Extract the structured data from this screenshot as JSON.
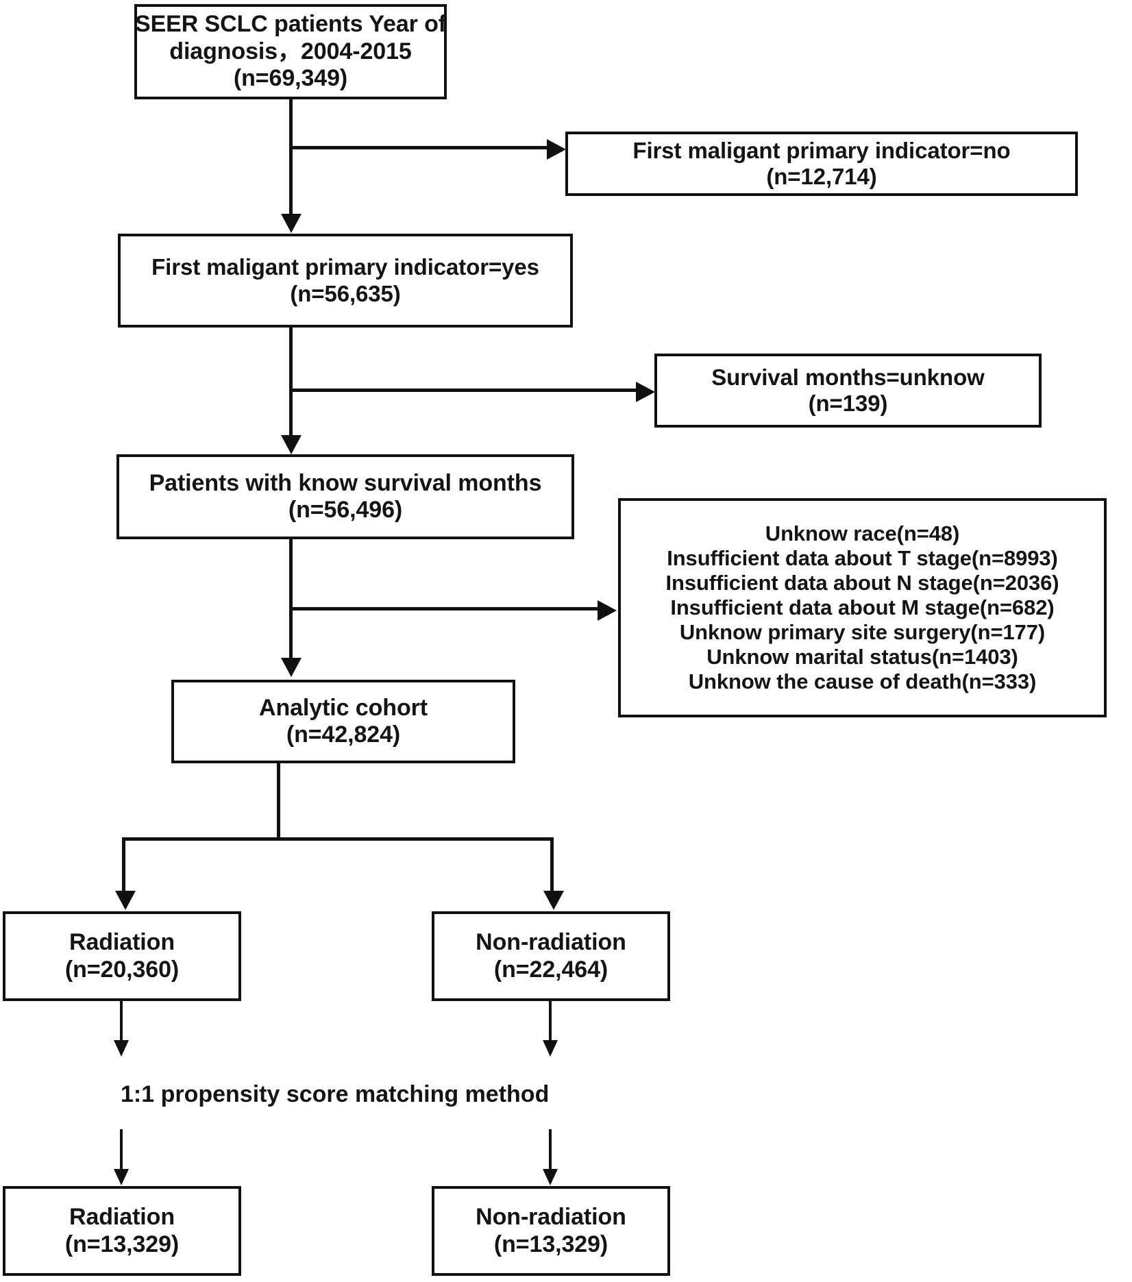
{
  "figure": {
    "type": "flowchart",
    "subject": "SEER SCLC patient selection / CONSORT-style diagram",
    "nodes": {
      "source_cohort": {
        "line1": "SEER SCLC patients Year of",
        "line2": "diagnosis，2004-2015",
        "line3": "(n=69,349)"
      },
      "excluded_first_malignant_no": {
        "line1": "First maligant primary indicator=no",
        "line2": "(n=12,714)"
      },
      "first_malignant_yes": {
        "line1": "First maligant primary indicator=yes",
        "line2": "(n=56,635)"
      },
      "excluded_survival_unknown": {
        "line1": "Survival months=unknow",
        "line2": "(n=139)"
      },
      "known_survival": {
        "line1": "Patients with know survival months",
        "line2": "(n=56,496)"
      },
      "excluded_other": {
        "lines": [
          "Unknow race(n=48)",
          "Insufficient data about T stage(n=8993)",
          "Insufficient data about N stage(n=2036)",
          "Insufficient data about M stage(n=682)",
          "Unknow primary site surgery(n=177)",
          "Unknow marital status(n=1403)",
          "Unknow the cause of death(n=333)"
        ]
      },
      "analytic_cohort": {
        "line1": "Analytic cohort",
        "line2": "(n=42,824)"
      },
      "radiation_pre": {
        "line1": "Radiation",
        "line2": "(n=20,360)"
      },
      "non_radiation_pre": {
        "line1": "Non-radiation",
        "line2": "(n=22,464)"
      },
      "matching_method": {
        "label": "1:1 propensity score matching method"
      },
      "radiation_post": {
        "line1": "Radiation",
        "line2": "(n=13,329)"
      },
      "non_radiation_post": {
        "line1": "Non-radiation",
        "line2": "(n=13,329)"
      }
    },
    "colors": {
      "stroke": "#111111",
      "text": "#141414",
      "background": "#ffffff"
    }
  }
}
